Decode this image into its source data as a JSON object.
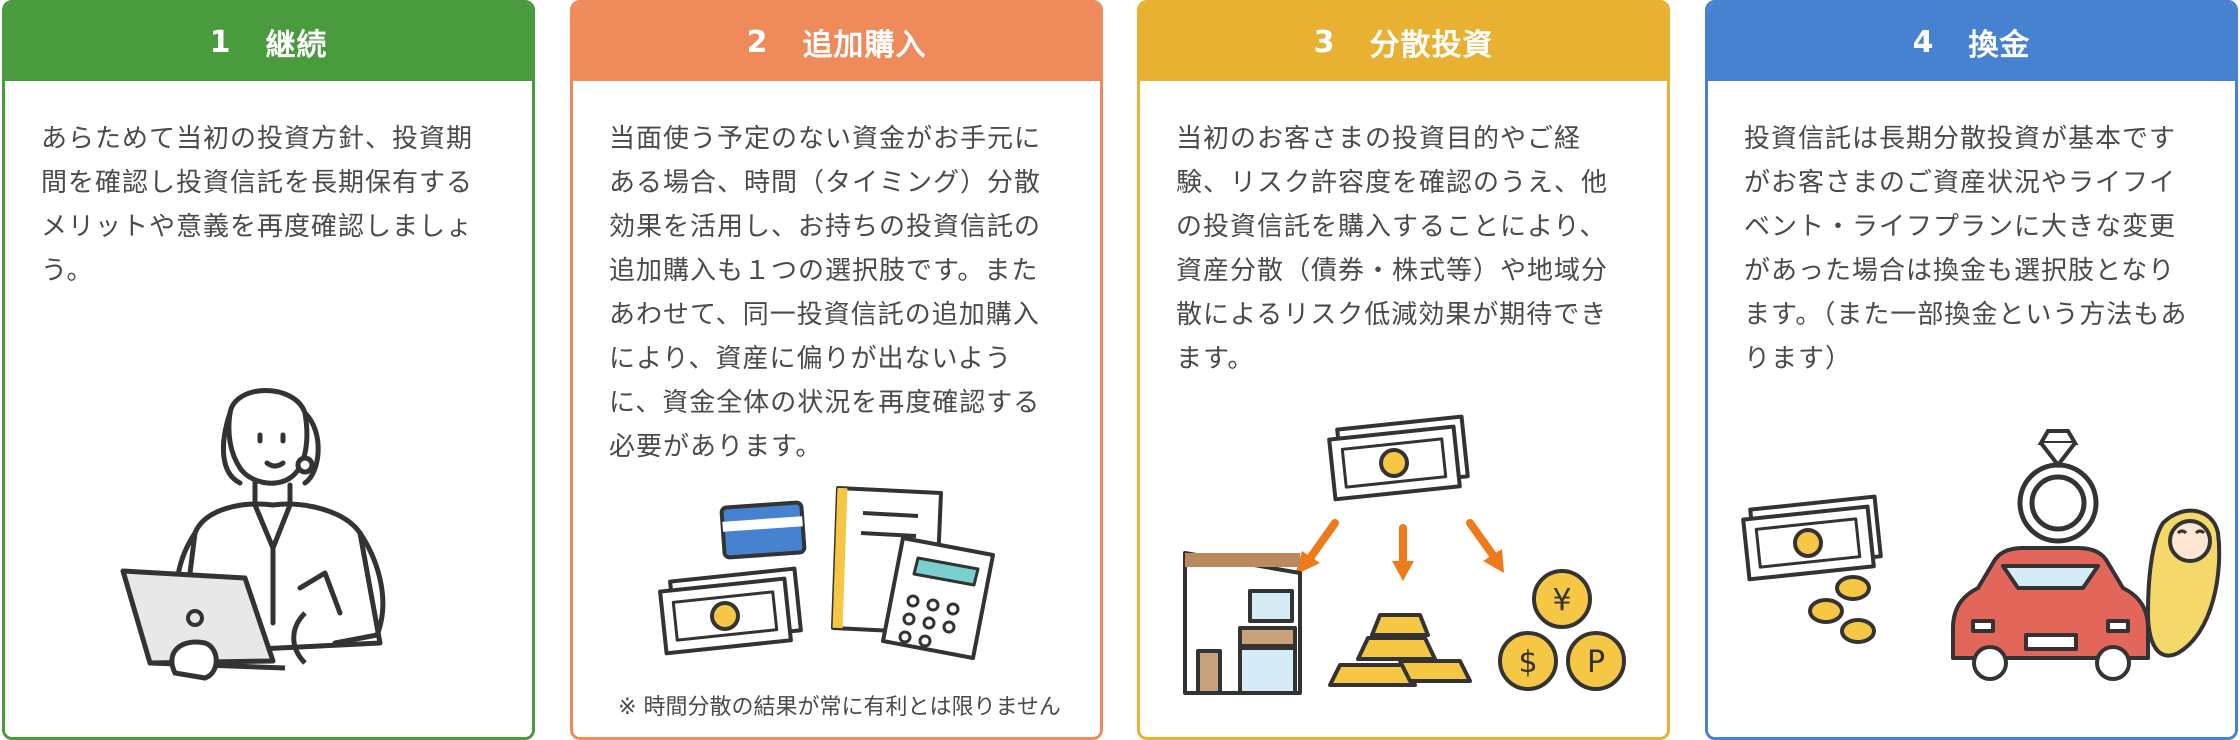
{
  "colors": {
    "green": "#4a9a3e",
    "orange": "#ef8a5b",
    "yellow": "#e8b131",
    "blue": "#4682cf",
    "text": "#4a4a4a"
  },
  "cards": [
    {
      "number": "1",
      "title": "継続",
      "body": "あらためて当初の投資方針、投資期間を確認し投資信託を長期保有するメリットや意義を再度確認しましょう。"
    },
    {
      "number": "2",
      "title": "追加購入",
      "body": "当面使う予定のない資金がお手元にある場合、時間（タイミング）分散効果を活用し、お持ちの投資信託の追加購入も１つの選択肢です。またあわせて、同一投資信託の追加購入により、資産に偏りが出ないように、資金全体の状況を再度確認する必要があります。",
      "note": "※ 時間分散の結果が常に有利とは限りません"
    },
    {
      "number": "3",
      "title": "分散投資",
      "body": "当初のお客さまの投資目的やご経験、リスク許容度を確認のうえ、他の投資信託を購入することにより、資産分散（債券・株式等）や地域分散によるリスク低減効果が期待できます。"
    },
    {
      "number": "4",
      "title": "換金",
      "body": "投資信託は長期分散投資が基本ですがお客さまのご資産状況やライフイベント・ライフプランに大きな変更があった場合は換金も選択肢となります。（また一部換金という方法もあります）"
    }
  ],
  "icons": {
    "yen": "¥",
    "dollar": "$",
    "point": "P"
  }
}
